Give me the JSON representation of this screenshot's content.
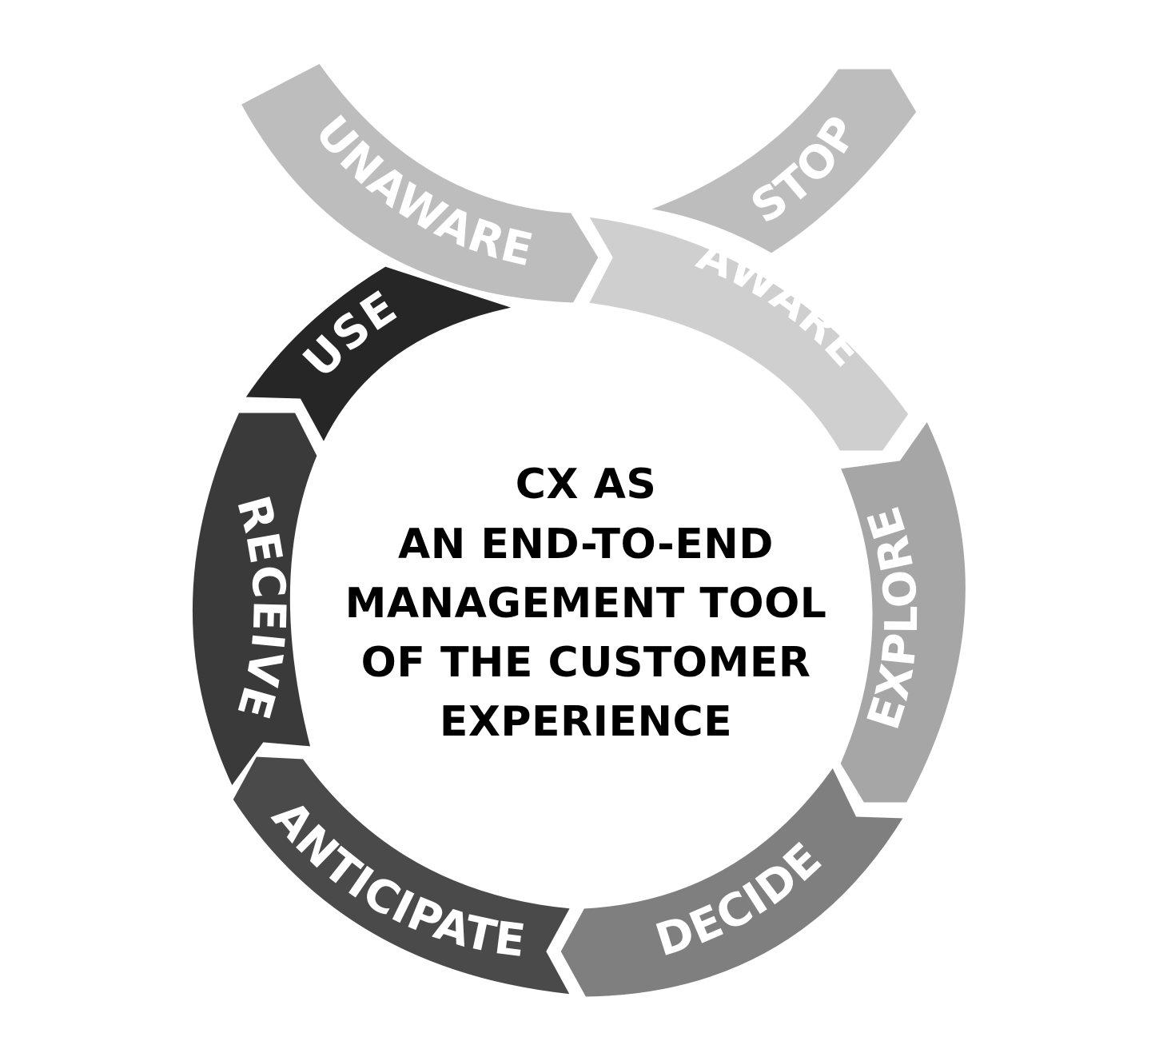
{
  "center_text": [
    "CX AS",
    "AN END-TO-END",
    "MANAGEMENT TOOL",
    "OF THE CUSTOMER",
    "EXPERIENCE"
  ],
  "segments": [
    {
      "id": "unaware",
      "label": "UNAWARE",
      "color": "#bdbdbd"
    },
    {
      "id": "stop",
      "label": "STOP",
      "color": "#bdbdbd"
    },
    {
      "id": "aware",
      "label": "AWARE",
      "color": "#cfcfcf"
    },
    {
      "id": "explore",
      "label": "EXPLORE",
      "color": "#a6a6a6"
    },
    {
      "id": "decide",
      "label": "DECIDE",
      "color": "#7f7f7f"
    },
    {
      "id": "anticipate",
      "label": "ANTICIPATE",
      "color": "#4a4a4a"
    },
    {
      "id": "receive",
      "label": "RECEIVE",
      "color": "#3a3a3a"
    },
    {
      "id": "use",
      "label": "USE",
      "color": "#262626"
    }
  ]
}
